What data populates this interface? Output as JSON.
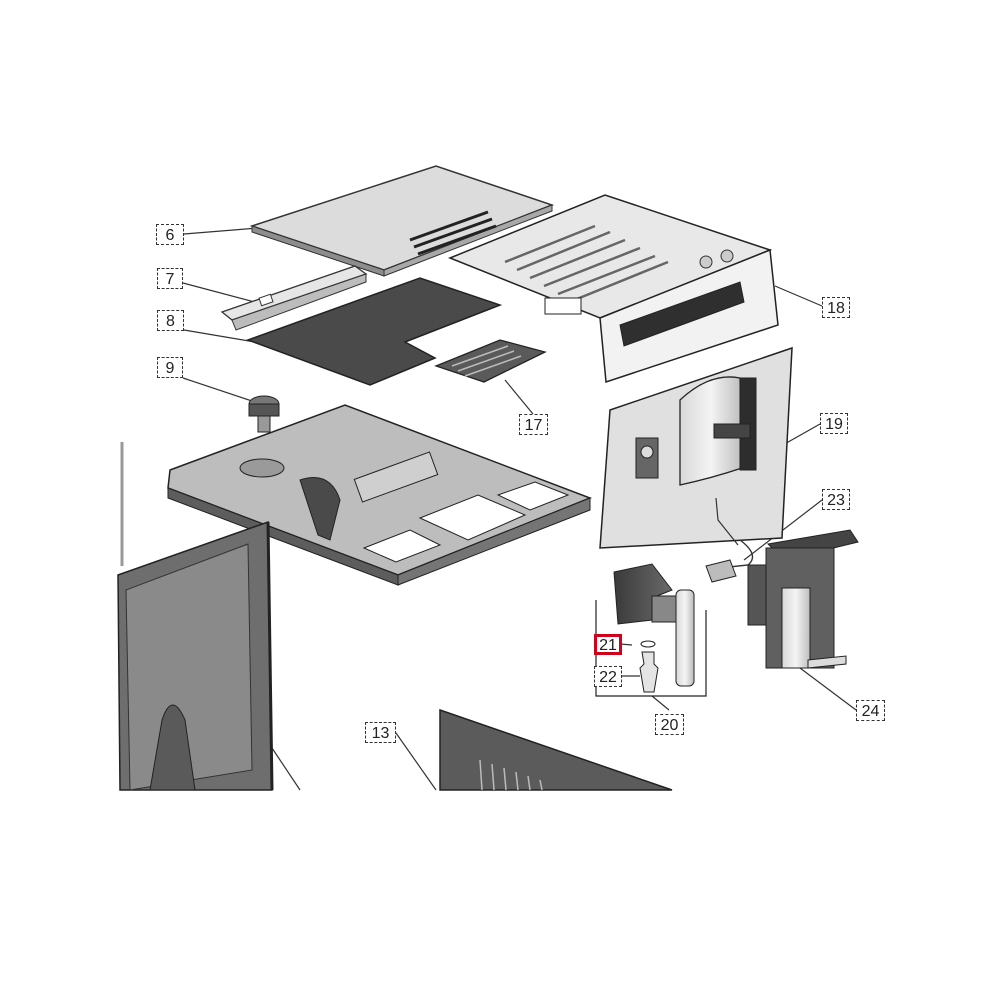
{
  "diagram": {
    "highlight_color": "#d0021b",
    "part_color": "#555555",
    "panel_color": "#e6e6e6",
    "callouts": [
      {
        "id": "c6",
        "label": "6"
      },
      {
        "id": "c7",
        "label": "7"
      },
      {
        "id": "c8",
        "label": "8"
      },
      {
        "id": "c9",
        "label": "9"
      },
      {
        "id": "c13",
        "label": "13"
      },
      {
        "id": "c17",
        "label": "17"
      },
      {
        "id": "c18",
        "label": "18"
      },
      {
        "id": "c19",
        "label": "19"
      },
      {
        "id": "c20",
        "label": "20"
      },
      {
        "id": "c21",
        "label": "21"
      },
      {
        "id": "c22",
        "label": "22"
      },
      {
        "id": "c23",
        "label": "23"
      },
      {
        "id": "c24",
        "label": "24"
      }
    ],
    "highlighted": "21"
  }
}
